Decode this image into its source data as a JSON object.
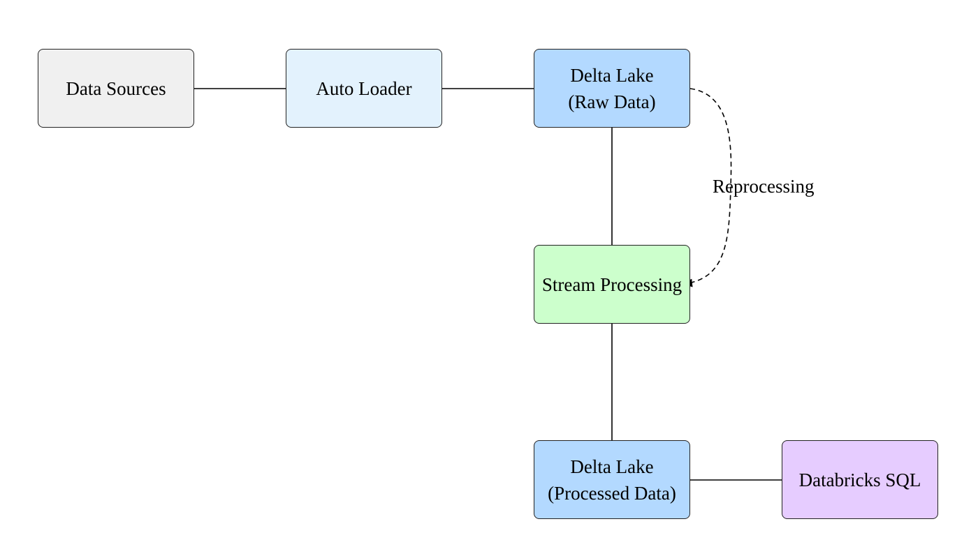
{
  "nodes": {
    "data_sources": {
      "lines": [
        "Data Sources"
      ],
      "fill": "#f0f0f0"
    },
    "auto_loader": {
      "lines": [
        "Auto Loader"
      ],
      "fill": "#e3f2fd"
    },
    "delta_raw": {
      "lines": [
        "Delta Lake",
        "(Raw Data)"
      ],
      "fill": "#b3d9ff"
    },
    "stream_processing": {
      "lines": [
        "Stream Processing"
      ],
      "fill": "#ccffcc"
    },
    "delta_processed": {
      "lines": [
        "Delta Lake",
        "(Processed Data)"
      ],
      "fill": "#b3d9ff"
    },
    "databricks_sql": {
      "lines": [
        "Databricks SQL"
      ],
      "fill": "#e6ccff"
    }
  },
  "edges": {
    "reprocessing_label": "Reprocessing"
  },
  "colors": {
    "stroke": "#222222",
    "arrow": "#000000"
  }
}
